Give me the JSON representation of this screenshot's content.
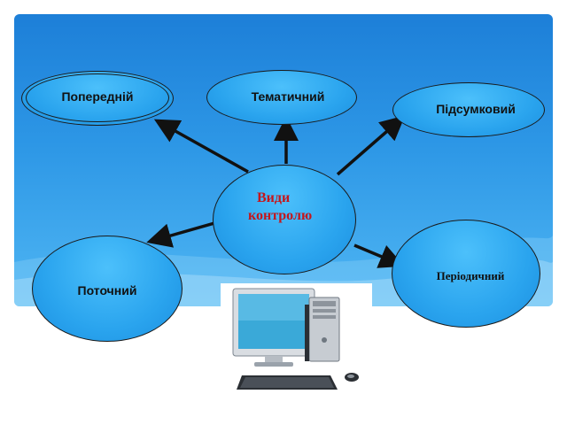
{
  "center": {
    "line1": "Види",
    "line2": "контролю"
  },
  "nodes": {
    "preliminary": "Попередній",
    "thematic": "Тематичний",
    "final": "Підсумковий",
    "current": "Поточний",
    "periodic": "Періодичний"
  },
  "colors": {
    "panel": "#2d97e6",
    "node": "#2aa4ee",
    "center_text": "#c4161c",
    "arrow": "#111111"
  },
  "icons": {
    "computer": "desktop-computer-icon"
  }
}
